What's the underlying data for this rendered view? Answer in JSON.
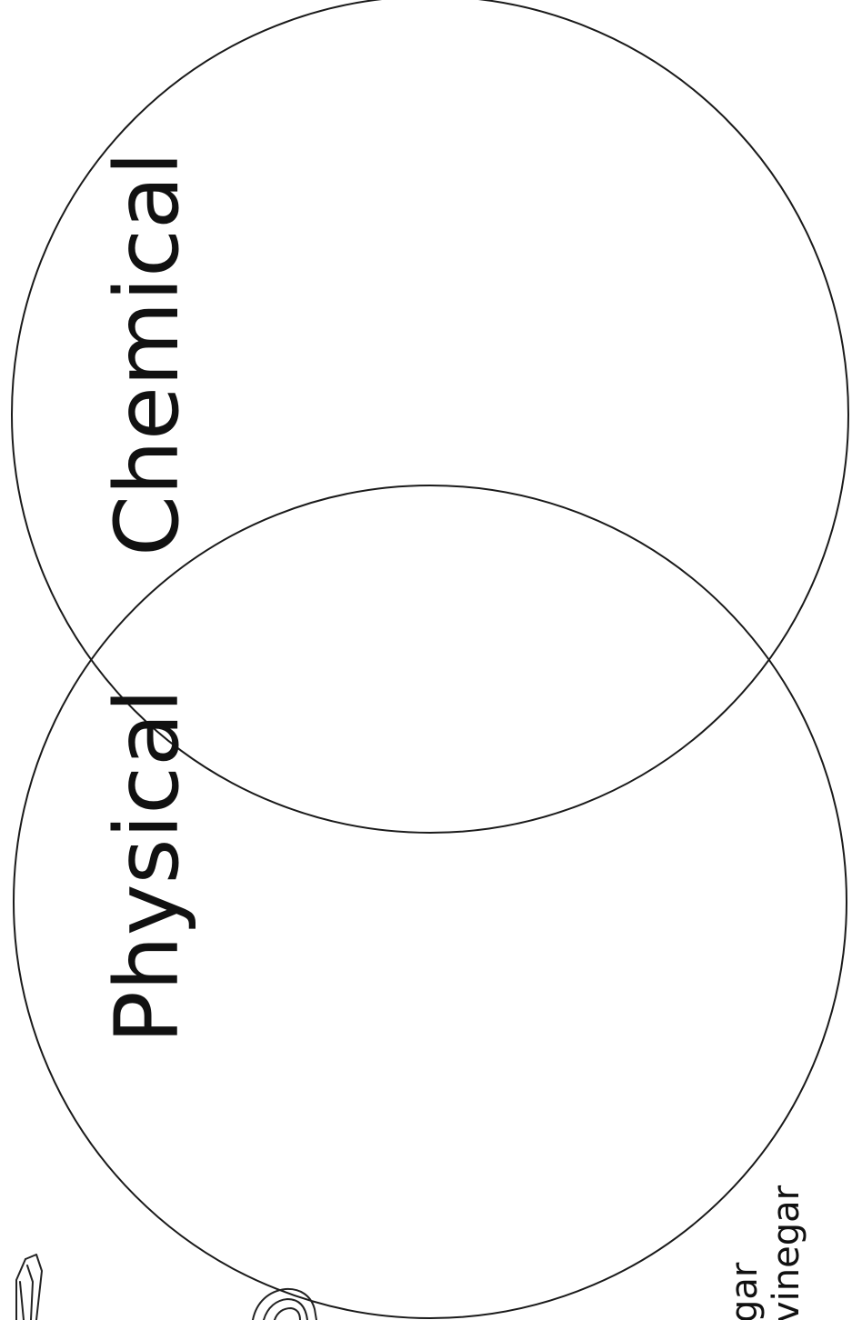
{
  "diagram": {
    "type": "venn",
    "circles": [
      {
        "id": "chemical",
        "label": "Chemical"
      },
      {
        "id": "physical",
        "label": "Physical"
      }
    ],
    "cropped_text": {
      "line1": "gar",
      "line2": "vinegar"
    },
    "colors": {
      "stroke": "#1a1a1a",
      "text": "#111111",
      "background": "#ffffff"
    },
    "icons": [
      "crystal-sketch-icon",
      "shell-sketch-icon"
    ]
  }
}
